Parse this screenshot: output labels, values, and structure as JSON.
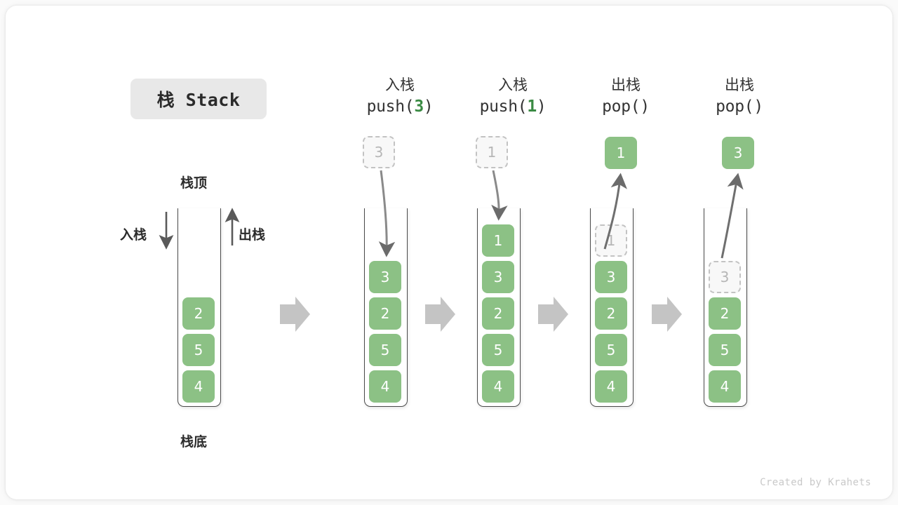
{
  "title_badge": {
    "text": "栈 Stack"
  },
  "credit": "Created by Krahets",
  "colors": {
    "element_green": "#8cc185",
    "accent_green_text": "#3a8a43",
    "ghost_gray": "#b6b6b6",
    "tube_border": "#4a4a4a",
    "flow_arrow": "#c4c4c4",
    "badge_bg": "#e8e8e8"
  },
  "base_stack": {
    "top_label": "栈顶",
    "bottom_label": "栈底",
    "push_label": "入栈",
    "pop_label": "出栈",
    "items": [
      "2",
      "5",
      "4"
    ]
  },
  "steps": [
    {
      "id": "push-3",
      "op_cn": "入栈",
      "op_code_prefix": "push(",
      "op_code_arg": "3",
      "op_code_suffix": ")",
      "floating": {
        "value": "3",
        "style": "ghost"
      },
      "items": [
        "3",
        "2",
        "5",
        "4"
      ],
      "ghost_top": null
    },
    {
      "id": "push-1",
      "op_cn": "入栈",
      "op_code_prefix": "push(",
      "op_code_arg": "1",
      "op_code_suffix": ")",
      "floating": {
        "value": "1",
        "style": "ghost"
      },
      "items": [
        "1",
        "3",
        "2",
        "5",
        "4"
      ],
      "ghost_top": null
    },
    {
      "id": "pop-1",
      "op_cn": "出栈",
      "op_code_prefix": "pop(",
      "op_code_arg": "",
      "op_code_suffix": ")",
      "floating": {
        "value": "1",
        "style": "solid"
      },
      "items": [
        "3",
        "2",
        "5",
        "4"
      ],
      "ghost_top": "1"
    },
    {
      "id": "pop-3",
      "op_cn": "出栈",
      "op_code_prefix": "pop(",
      "op_code_arg": "",
      "op_code_suffix": ")",
      "floating": {
        "value": "3",
        "style": "solid"
      },
      "items": [
        "2",
        "5",
        "4"
      ],
      "ghost_top": "3"
    }
  ]
}
